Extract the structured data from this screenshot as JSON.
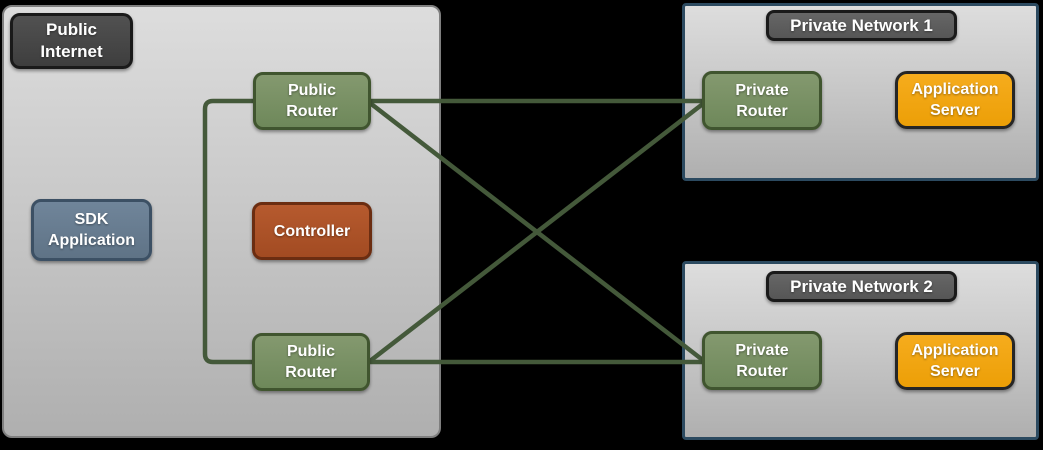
{
  "public_internet": {
    "label": "Public Internet",
    "sdk_application_label": "SDK Application",
    "controller_label": "Controller",
    "public_router_top_label": "Public Router",
    "public_router_bottom_label": "Public Router"
  },
  "private_network_1": {
    "label": "Private Network 1",
    "private_router_label": "Private Router",
    "application_server_label": "Application Server"
  },
  "private_network_2": {
    "label": "Private Network 2",
    "private_router_label": "Private Router",
    "application_server_label": "Application Server"
  },
  "connections": [
    {
      "from": "public-router-top",
      "to": "public-router-bottom",
      "style": "elbow"
    },
    {
      "from": "public-router-top",
      "to": "private-router-1",
      "style": "straight"
    },
    {
      "from": "public-router-top",
      "to": "private-router-2",
      "style": "straight"
    },
    {
      "from": "public-router-bottom",
      "to": "private-router-1",
      "style": "straight"
    },
    {
      "from": "public-router-bottom",
      "to": "private-router-2",
      "style": "straight"
    }
  ],
  "colors": {
    "page_background": "#000000",
    "connector_line": "#44593A",
    "router_fill": "#7A9165",
    "router_border": "#40552F",
    "controller_fill": "#AC5127",
    "controller_border": "#6B2D11",
    "sdk_fill": "#66798C",
    "sdk_border": "#3C5064",
    "app_server_fill": "#F0A412",
    "app_server_border": "#262626",
    "public_internet_tag_fill": "#474747",
    "network_tag_fill": "#5F5F5F",
    "tag_border": "#1A1A1A",
    "container_fill_top": "#DCDCDC",
    "container_fill_bottom": "#AFAFAF",
    "public_container_border": "#7F7F7F",
    "private_container_border": "#2C4A60"
  }
}
